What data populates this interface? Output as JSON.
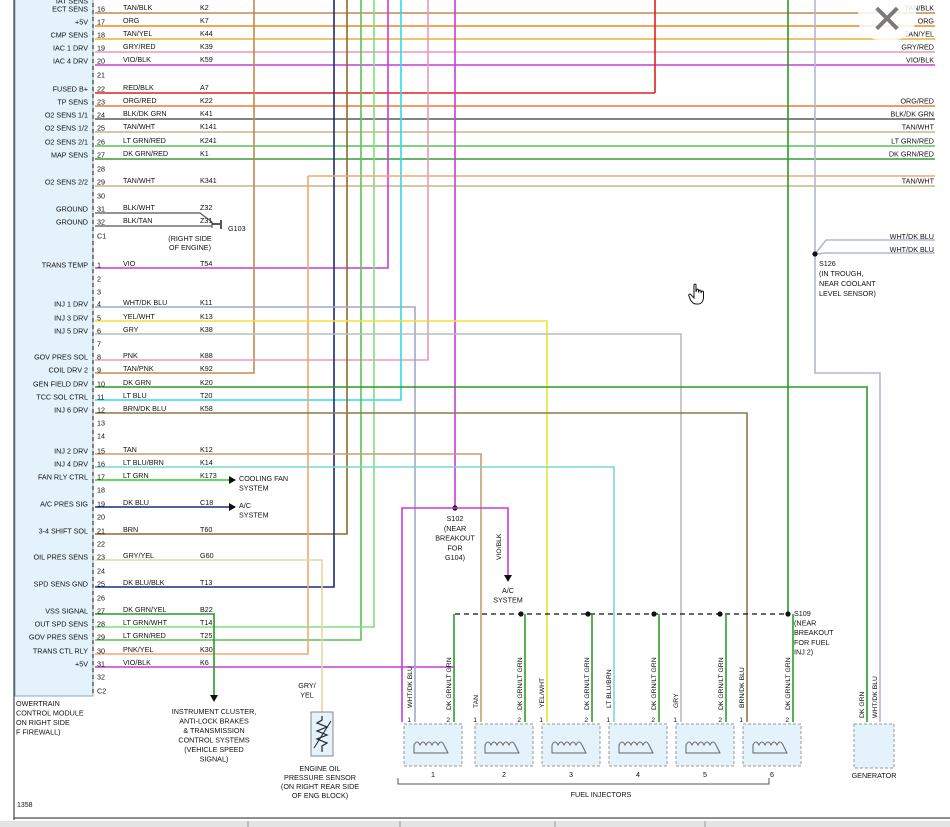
{
  "connector_a": {
    "rows": [
      {
        "label": "IAT SENS",
        "pin": "",
        "color": "",
        "circuit": ""
      },
      {
        "label": "ECT SENS",
        "pin": "16",
        "color": "TAN/BLK",
        "circuit": "K2"
      },
      {
        "label": "+5V",
        "pin": "17",
        "color": "ORG",
        "circuit": "K7"
      },
      {
        "label": "CMP SENS",
        "pin": "18",
        "color": "TAN/YEL",
        "circuit": "K44"
      },
      {
        "label": "IAC 1 DRV",
        "pin": "19",
        "color": "GRY/RED",
        "circuit": "K39"
      },
      {
        "label": "IAC 4 DRV",
        "pin": "20",
        "color": "VIO/BLK",
        "circuit": "K59"
      },
      {
        "label": "",
        "pin": "21",
        "color": "",
        "circuit": ""
      },
      {
        "label": "FUSED B+",
        "pin": "22",
        "color": "RED/BLK",
        "circuit": "A7"
      },
      {
        "label": "TP SENS",
        "pin": "23",
        "color": "ORG/RED",
        "circuit": "K22"
      },
      {
        "label": "O2 SENS 1/1",
        "pin": "24",
        "color": "BLK/DK GRN",
        "circuit": "K41"
      },
      {
        "label": "O2 SENS 1/2",
        "pin": "25",
        "color": "TAN/WHT",
        "circuit": "K141"
      },
      {
        "label": "O2 SENS 2/1",
        "pin": "26",
        "color": "LT GRN/RED",
        "circuit": "K241"
      },
      {
        "label": "MAP SENS",
        "pin": "27",
        "color": "DK GRN/RED",
        "circuit": "K1"
      },
      {
        "label": "",
        "pin": "28",
        "color": "",
        "circuit": ""
      },
      {
        "label": "O2 SENS 2/2",
        "pin": "29",
        "color": "TAN/WHT",
        "circuit": "K341"
      },
      {
        "label": "",
        "pin": "30",
        "color": "",
        "circuit": ""
      },
      {
        "label": "GROUND",
        "pin": "31",
        "color": "BLK/WHT",
        "circuit": "Z32"
      },
      {
        "label": "GROUND",
        "pin": "32",
        "color": "BLK/TAN",
        "circuit": "Z31"
      },
      {
        "label": "",
        "pin": "C1",
        "color": "",
        "circuit": ""
      }
    ],
    "right_labels": [
      "TAN/BLK",
      "ORG",
      "TAN/YEL",
      "GRY/RED",
      "VIO/BLK",
      "ORG/RED",
      "BLK/DK GRN",
      "TAN/WHT",
      "LT GRN/RED",
      "DK GRN/RED",
      "TAN/WHT"
    ]
  },
  "ground": {
    "name": "G103",
    "note": "(RIGHT SIDE\nOF ENGINE)"
  },
  "connector_b": {
    "rows": [
      {
        "label": "TRANS TEMP",
        "pin": "1",
        "color": "VIO",
        "circuit": "T54"
      },
      {
        "label": "",
        "pin": "2",
        "color": "",
        "circuit": ""
      },
      {
        "label": "",
        "pin": "3",
        "color": "",
        "circuit": ""
      },
      {
        "label": "INJ 1 DRV",
        "pin": "4",
        "color": "WHT/DK BLU",
        "circuit": "K11"
      },
      {
        "label": "INJ 3 DRV",
        "pin": "5",
        "color": "YEL/WHT",
        "circuit": "K13"
      },
      {
        "label": "INJ 5 DRV",
        "pin": "6",
        "color": "GRY",
        "circuit": "K38"
      },
      {
        "label": "",
        "pin": "7",
        "color": "",
        "circuit": ""
      },
      {
        "label": "GOV PRES SOL",
        "pin": "8",
        "color": "PNK",
        "circuit": "K88"
      },
      {
        "label": "COIL DRV 2",
        "pin": "9",
        "color": "TAN/PNK",
        "circuit": "K92"
      },
      {
        "label": "GEN FIELD DRV",
        "pin": "10",
        "color": "DK GRN",
        "circuit": "K20"
      },
      {
        "label": "TCC SOL CTRL",
        "pin": "11",
        "color": "LT BLU",
        "circuit": "T20"
      },
      {
        "label": "INJ 6 DRV",
        "pin": "12",
        "color": "BRN/DK BLU",
        "circuit": "K58"
      },
      {
        "label": "",
        "pin": "13",
        "color": "",
        "circuit": ""
      },
      {
        "label": "",
        "pin": "14",
        "color": "",
        "circuit": ""
      },
      {
        "label": "INJ 2 DRV",
        "pin": "15",
        "color": "TAN",
        "circuit": "K12"
      },
      {
        "label": "INJ 4 DRV",
        "pin": "16",
        "color": "LT BLU/BRN",
        "circuit": "K14"
      },
      {
        "label": "FAN RLY CTRL",
        "pin": "17",
        "color": "LT GRN",
        "circuit": "K173"
      },
      {
        "label": "",
        "pin": "18",
        "color": "",
        "circuit": ""
      },
      {
        "label": "A/C PRES SIG",
        "pin": "19",
        "color": "DK BLU",
        "circuit": "C18"
      },
      {
        "label": "",
        "pin": "20",
        "color": "",
        "circuit": ""
      },
      {
        "label": "3-4 SHIFT SOL",
        "pin": "21",
        "color": "BRN",
        "circuit": "T60"
      },
      {
        "label": "",
        "pin": "22",
        "color": "",
        "circuit": ""
      },
      {
        "label": "OIL PRES SENS",
        "pin": "23",
        "color": "GRY/YEL",
        "circuit": "G60"
      },
      {
        "label": "",
        "pin": "24",
        "color": "",
        "circuit": ""
      },
      {
        "label": "SPD SENS GND",
        "pin": "25",
        "color": "DK BLU/BLK",
        "circuit": "T13"
      },
      {
        "label": "",
        "pin": "26",
        "color": "",
        "circuit": ""
      },
      {
        "label": "VSS SIGNAL",
        "pin": "27",
        "color": "DK GRN/YEL",
        "circuit": "B22"
      },
      {
        "label": "OUT SPD SENS",
        "pin": "28",
        "color": "LT GRN/WHT",
        "circuit": "T14"
      },
      {
        "label": "GOV PRES SENS",
        "pin": "29",
        "color": "LT GRN/RED",
        "circuit": "T25"
      },
      {
        "label": "TRANS CTL RLY",
        "pin": "30",
        "color": "PNK/YEL",
        "circuit": "K30"
      },
      {
        "label": "+5V",
        "pin": "31",
        "color": "VIO/BLK",
        "circuit": "K6"
      },
      {
        "label": "",
        "pin": "32",
        "color": "",
        "circuit": ""
      },
      {
        "label": "",
        "pin": "C2",
        "color": "",
        "circuit": ""
      }
    ]
  },
  "module_caption": [
    "OWERTRAIN",
    "CONTROL MODULE",
    "ON RIGHT SIDE",
    "F FIREWALL)"
  ],
  "cooling_fan": "COOLING FAN\nSYSTEM",
  "ac_system_1": "A/C\nSYSTEM",
  "s126": "S126\n(IN TROUGH,\nNEAR COOLANT\nLEVEL SENSOR)",
  "s126_wires": [
    "WHT/DK BLU",
    "WHT/DK BLU"
  ],
  "s102": "S102\n(NEAR\nBREAKOUT\nFOR\nG104)",
  "vio_blk_label": "VIO/BLK",
  "ac_system_2": "A/C\nSYSTEM",
  "s109": "S109\n(NEAR\nBREAKOUT\nFOR FUEL\nINJ 2)",
  "oil_wire_label": "GRY/\nYEL",
  "instrument_caption": "INSTRUMENT CLUSTER,\nANTI-LOCK BRAKES\n& TRANSMISSION\nCONTROL SYSTEMS\n(VEHICLE SPEED\nSIGNAL)",
  "oil_sensor_caption": "ENGINE OIL\nPRESSURE SENSOR\n(ON RIGHT REAR SIDE\nOF ENG BLOCK)",
  "injectors": [
    {
      "number": "1",
      "wire1": "WHT/DK BLU",
      "wire2": "DK GRN/LT GRN"
    },
    {
      "number": "2",
      "wire1": "TAN",
      "wire2": "DK GRN/LT GRN"
    },
    {
      "number": "3",
      "wire1": "YEL/WHT",
      "wire2": "DK GRN/LT GRN"
    },
    {
      "number": "4",
      "wire1": "LT BLU/BRN",
      "wire2": "DK GRN/LT GRN"
    },
    {
      "number": "5",
      "wire1": "GRY",
      "wire2": "DK GRN/LT GRN"
    },
    {
      "number": "6",
      "wire1": "BRN/DK BLU",
      "wire2": "DK GRN/LT GRN"
    }
  ],
  "injector_pin_labels": [
    "1",
    "2"
  ],
  "fuel_injectors_caption": "FUEL INJECTORS",
  "generator": {
    "caption": "GENERATOR",
    "wire1": "DK GRN",
    "wire2": "WHT/DK BLU"
  },
  "page_number": "1358",
  "close_glyph": "✕"
}
